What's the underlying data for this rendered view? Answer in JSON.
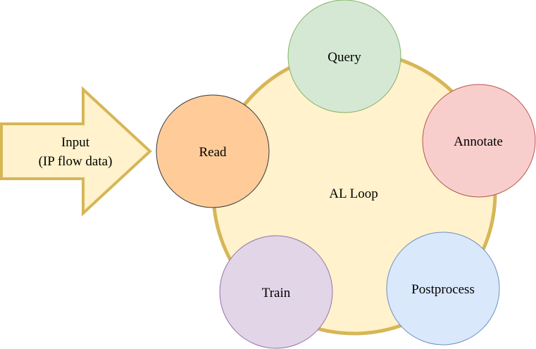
{
  "diagram": {
    "input": {
      "line1": "Input",
      "line2": "(IP flow data)",
      "fill": "#fff2cc",
      "stroke": "#d6b656"
    },
    "loop": {
      "label": "AL Loop",
      "fill": "#fff2cc",
      "stroke": "#d6b656"
    },
    "nodes": {
      "read": {
        "label": "Read",
        "fill": "#ffcc99",
        "stroke": "#36393d"
      },
      "query": {
        "label": "Query",
        "fill": "#d5e8d4",
        "stroke": "#82b366"
      },
      "annotate": {
        "label": "Annotate",
        "fill": "#f8cecc",
        "stroke": "#b85450"
      },
      "postprocess": {
        "label": "Postprocess",
        "fill": "#dae8fc",
        "stroke": "#6c8ebf"
      },
      "train": {
        "label": "Train",
        "fill": "#e1d5e7",
        "stroke": "#9673a6"
      }
    }
  }
}
